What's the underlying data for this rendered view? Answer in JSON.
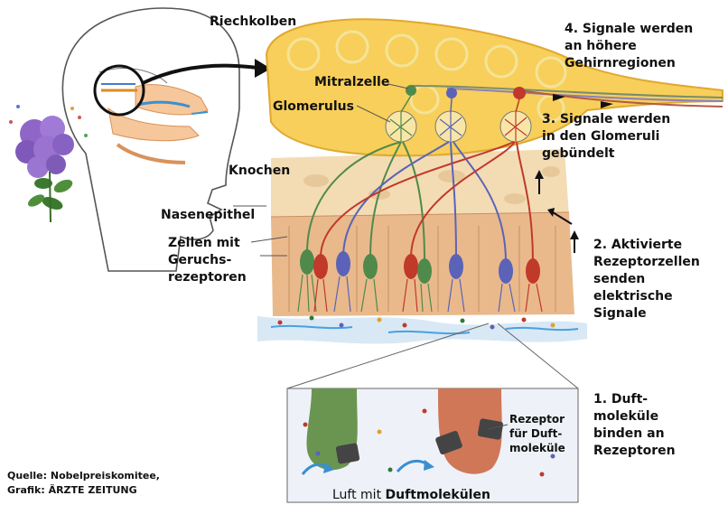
{
  "labels": {
    "riechkolben": "Riechkolben",
    "mitralzelle": "Mitralzelle",
    "glomerulus": "Glomerulus",
    "knochen": "Knochen",
    "nasenepithel": "Nasenepithel",
    "zellen_line1": "Zellen mit",
    "zellen_line2": "Geruchs-",
    "zellen_line3": "rezeptoren",
    "rezeptor_line1": "Rezeptor",
    "rezeptor_line2": "für Duft-",
    "rezeptor_line3": "moleküle",
    "luft_prefix": "Luft mit ",
    "luft_bold": "Duftmolekülen"
  },
  "steps": {
    "s4_line1": "4. Signale werden",
    "s4_line2": "an höhere",
    "s4_line3": "Gehirnregionen",
    "s3_line1": "3. Signale werden",
    "s3_line2": "in den Glomeruli",
    "s3_line3": "gebündelt",
    "s2_line1": "2. Aktivierte",
    "s2_line2": "Rezeptorzellen",
    "s2_line3": "senden",
    "s2_line4": "elektrische",
    "s2_line5": "Signale",
    "s1_line1": "1. Duft-",
    "s1_line2": "moleküle",
    "s1_line3": "binden an",
    "s1_line4": "Rezeptoren"
  },
  "source": {
    "line1": "Quelle: Nobelpreiskomitee,",
    "line2": "Grafik: ÄRZTE ZEITUNG"
  },
  "colors": {
    "bulb": "#f7cf5a",
    "bulb_edge": "#e0a830",
    "bone": "#f3dcb4",
    "epithelium": "#e9b98c",
    "green_cell": "#4f8a4b",
    "blue_cell": "#5b63b8",
    "red_cell": "#c0392b",
    "inset_bg": "#eef2f8"
  }
}
